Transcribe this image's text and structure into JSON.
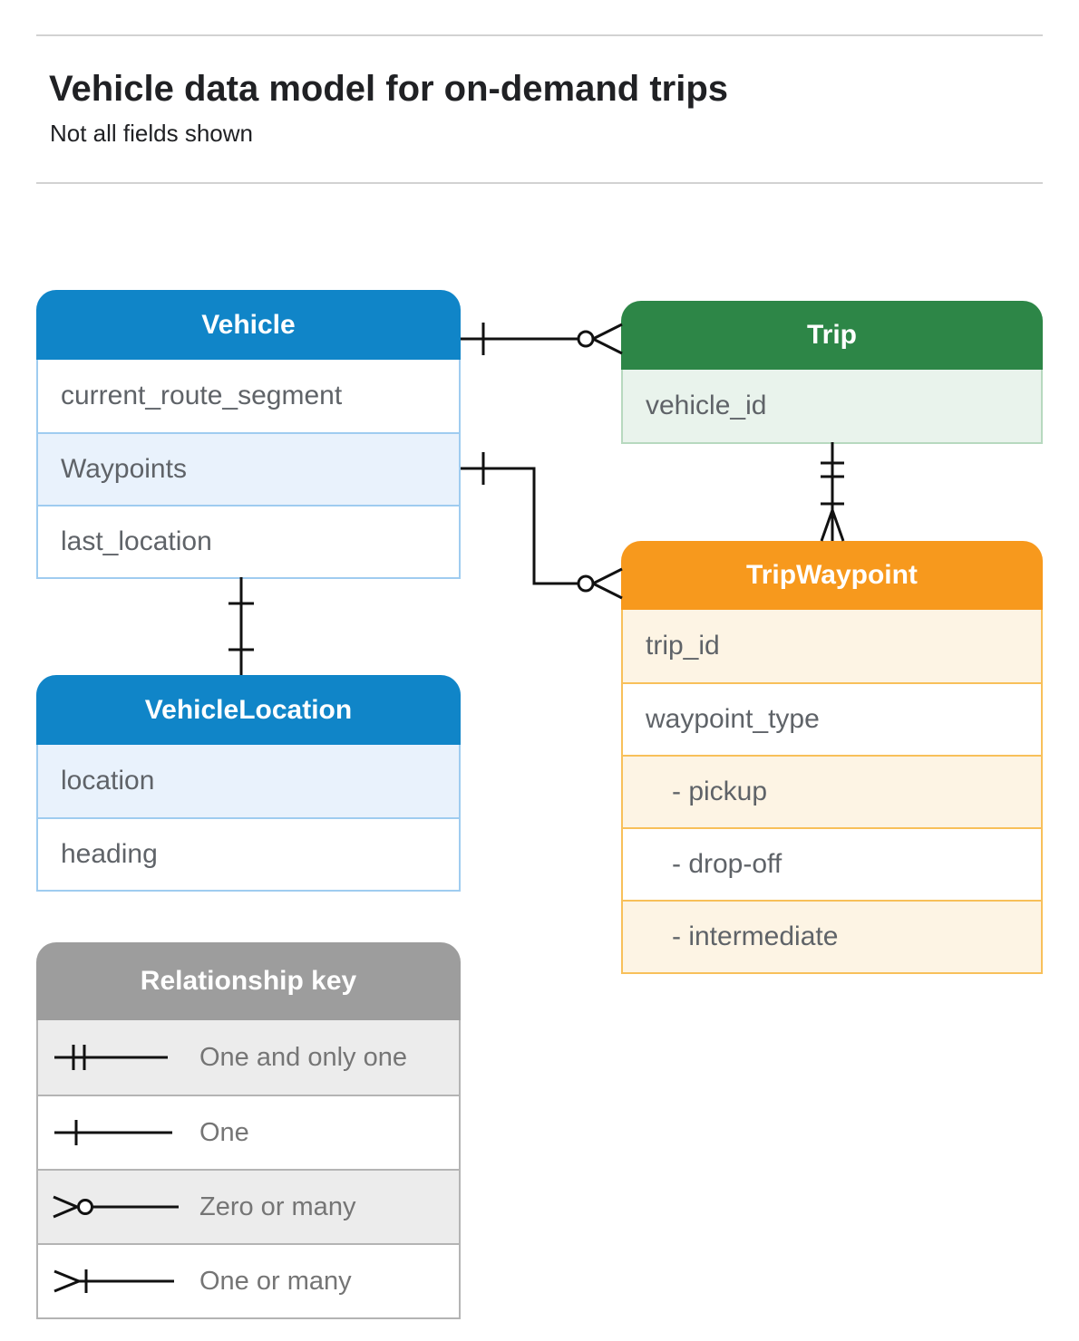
{
  "page": {
    "title": "Vehicle data model for on-demand trips",
    "subtitle": "Not all fields shown"
  },
  "tables": {
    "vehicle": {
      "title": "Vehicle",
      "rows": [
        {
          "label": "current_route_segment"
        },
        {
          "label": "Waypoints"
        },
        {
          "label": "last_location"
        }
      ]
    },
    "trip": {
      "title": "Trip",
      "rows": [
        {
          "label": "vehicle_id"
        }
      ]
    },
    "trip_waypoint": {
      "title": "TripWaypoint",
      "rows": [
        {
          "label": "trip_id"
        },
        {
          "label": "waypoint_type"
        },
        {
          "label": "- pickup"
        },
        {
          "label": "- drop-off"
        },
        {
          "label": "- intermediate"
        }
      ]
    },
    "vehicle_location": {
      "title": "VehicleLocation",
      "rows": [
        {
          "label": "location"
        },
        {
          "label": "heading"
        }
      ]
    }
  },
  "legend": {
    "title": "Relationship key",
    "items": [
      {
        "label": "One and only one",
        "symbol": "one-and-only-one-symbol"
      },
      {
        "label": "One",
        "symbol": "one-symbol"
      },
      {
        "label": "Zero or many",
        "symbol": "zero-or-many-symbol"
      },
      {
        "label": "One or many",
        "symbol": "one-or-many-symbol"
      }
    ]
  },
  "relationships": [
    {
      "from": "Vehicle",
      "to": "Trip",
      "from_cardinality": "One",
      "to_cardinality": "Zero or many"
    },
    {
      "from": "Vehicle.Waypoints",
      "to": "TripWaypoint",
      "from_cardinality": "One",
      "to_cardinality": "Zero or many"
    },
    {
      "from": "Trip",
      "to": "TripWaypoint",
      "from_cardinality": "One and only one",
      "to_cardinality": "One or many"
    },
    {
      "from": "Vehicle",
      "to": "VehicleLocation",
      "from_cardinality": "One",
      "to_cardinality": "One"
    }
  ],
  "colors": {
    "vehicle_header": "#1085c8",
    "vehicle_row_shade": "#e9f2fc",
    "vehicle_border": "#9fccf0",
    "trip_header": "#2d8647",
    "trip_row_shade": "#e9f3ec",
    "trip_border": "#b7d9bf",
    "trip_waypoint_header": "#f7991d",
    "trip_waypoint_row_shade": "#fdf4e4",
    "trip_waypoint_border": "#f8c05a",
    "legend_header": "#9d9d9d",
    "legend_row_shade": "#ececec",
    "legend_border": "#b4b4b4",
    "legend_text": "#757575",
    "row_text": "#5f6368",
    "header_text": "#ffffff",
    "title_text": "#202124",
    "connector": "#111111",
    "divider": "#d2d2d2"
  }
}
